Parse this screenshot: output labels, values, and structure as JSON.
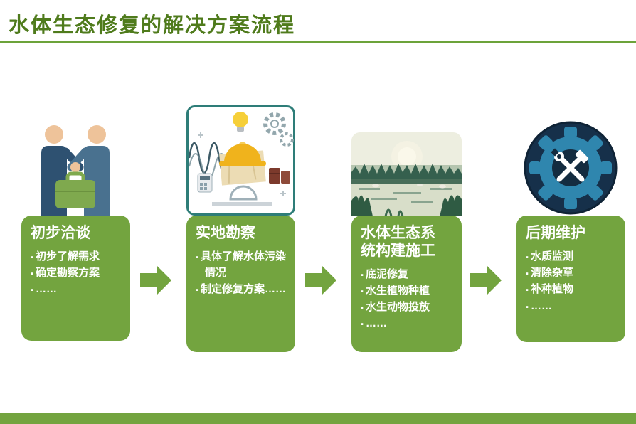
{
  "slide": {
    "title": "水体生态修复的解决方案流程"
  },
  "steps": [
    {
      "title": "初步洽谈",
      "bullets": [
        "初步了解需求",
        "确定勘察方案",
        "……"
      ],
      "image": "handshake-illustration"
    },
    {
      "title": "实地勘察",
      "bullets": [
        "具体了解水体污染情况",
        "制定修复方案……"
      ],
      "image": "field-survey-illustration"
    },
    {
      "title": "水体生态系统构建施工",
      "bullets": [
        "底泥修复",
        "水生植物种植",
        "水生动物投放",
        "……"
      ],
      "image": "lake-forest-illustration"
    },
    {
      "title": "后期维护",
      "bullets": [
        "水质监测",
        "清除杂草",
        "补种植物",
        "……"
      ],
      "image": "maintenance-gear-illustration"
    }
  ],
  "colors": {
    "accent_green": "#73a43f",
    "title_green": "#4f7b1c",
    "rule_green": "#6ca33a"
  }
}
